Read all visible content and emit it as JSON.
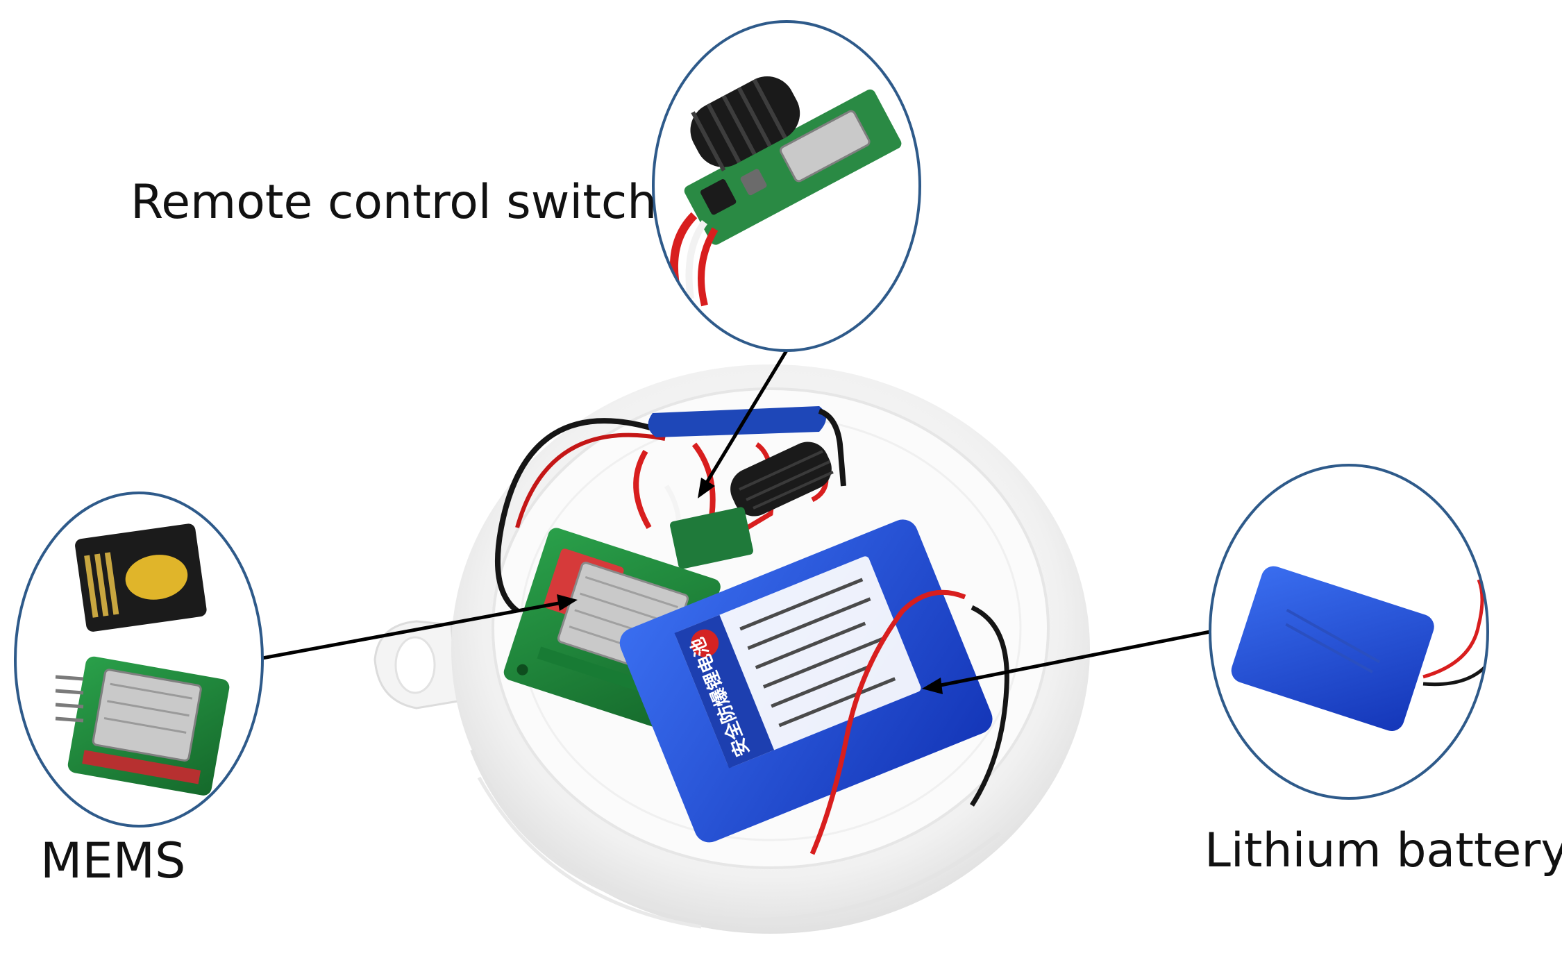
{
  "labels": {
    "remote": "Remote control switch",
    "mems": "MEMS",
    "battery": "Lithium battery"
  },
  "colors": {
    "callout_ring": "#2e5a8a",
    "battery_blue": "#1f4fd6",
    "pcb_green": "#1e8a3a",
    "wire_red": "#d81e1e"
  },
  "icons": [
    "remote-switch-photo",
    "sd-card-photo",
    "sd-module-photo",
    "battery-photo",
    "housing-photo"
  ]
}
